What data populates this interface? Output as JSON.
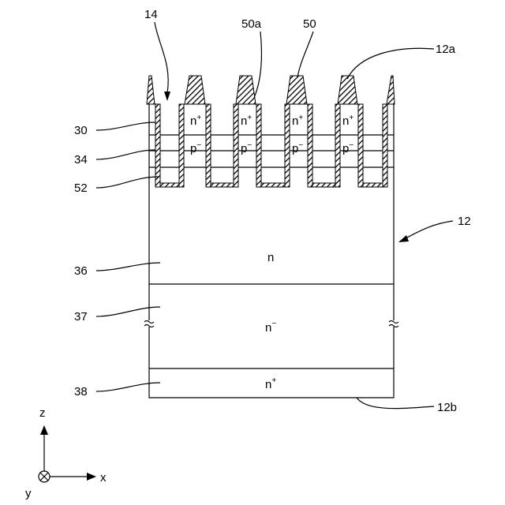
{
  "labels": {
    "ref_14": "14",
    "ref_50a": "50a",
    "ref_50": "50",
    "ref_12a": "12a",
    "ref_30": "30",
    "ref_34": "34",
    "ref_52": "52",
    "ref_12": "12",
    "ref_36": "36",
    "ref_37": "37",
    "ref_38": "38",
    "ref_12b": "12b"
  },
  "regions": {
    "n_plus_mesa": {
      "base": "n",
      "sup": "+"
    },
    "p_minus_mesa": {
      "base": "p",
      "sup": "−"
    },
    "n_layer": "n",
    "n_minus_layer": {
      "base": "n",
      "sup": "−"
    },
    "n_plus_layer": {
      "base": "n",
      "sup": "+"
    }
  },
  "axes": {
    "z": "z",
    "x": "x",
    "y": "y"
  },
  "colors": {
    "line": "#000000",
    "background": "#ffffff"
  }
}
